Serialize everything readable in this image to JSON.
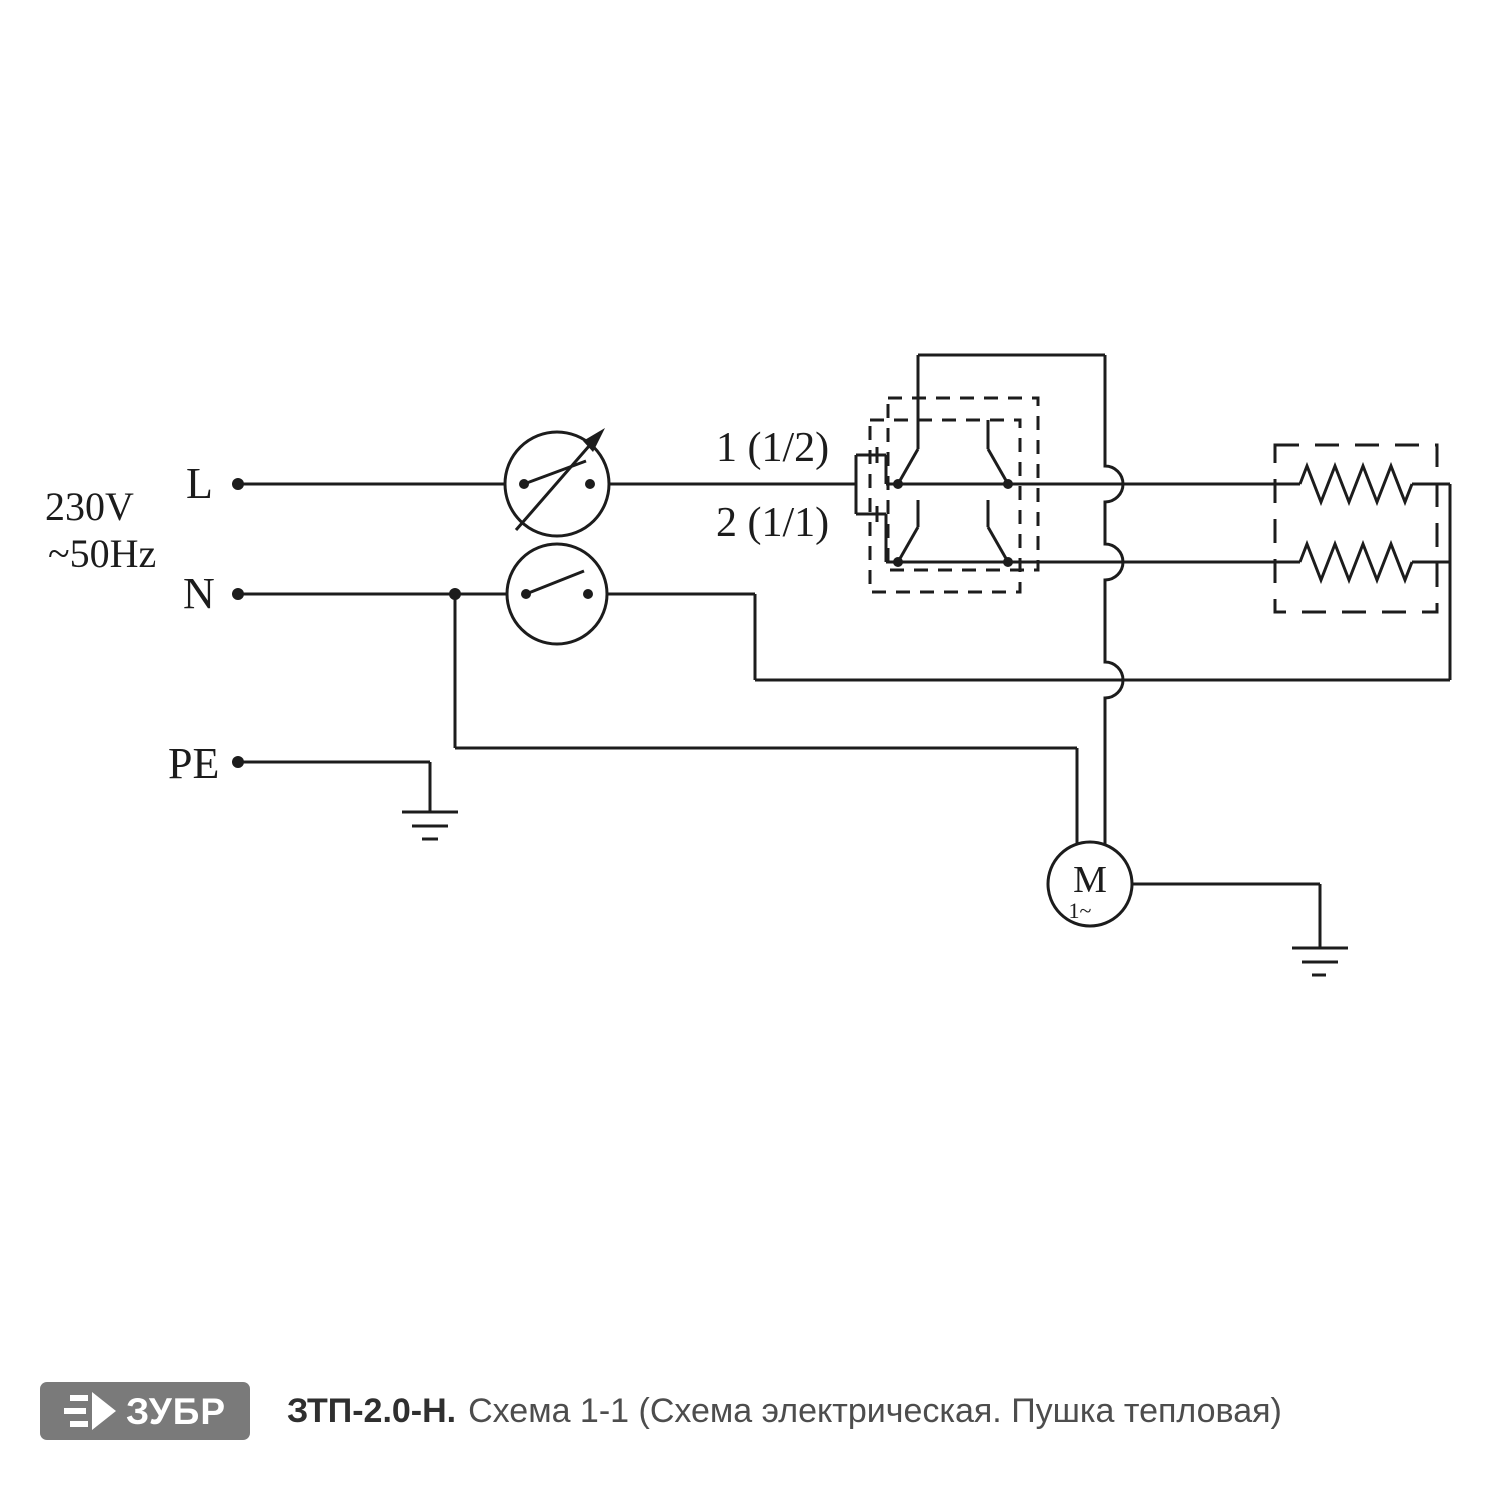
{
  "colors": {
    "background": "#ffffff",
    "line": "#1c1c1c",
    "badge_background": "#7a7a7a",
    "badge_text": "#ffffff",
    "caption_model": "#2f2f2f",
    "caption_subtitle": "#4d4d4d"
  },
  "supply": {
    "voltage": "230V",
    "frequency": "~50Hz",
    "line": "L",
    "neutral": "N",
    "earth": "PE"
  },
  "switch": {
    "position_1": "1 (1/2)",
    "position_2": "2 (1/1)"
  },
  "motor": {
    "label": "M",
    "phase": "1~"
  },
  "footer": {
    "brand": "ЗУБР",
    "model": "ЗТП-2.0-Н.",
    "subtitle": "Схема 1-1 (Схема электрическая. Пушка тепловая)"
  }
}
